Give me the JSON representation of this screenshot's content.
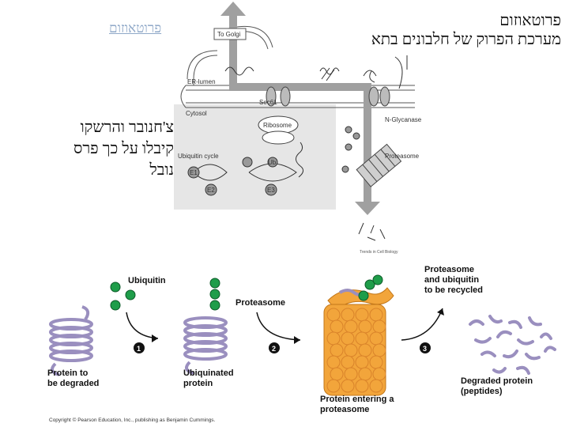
{
  "heading": {
    "line1": "פרוטאוזום",
    "line2": "מערכת הפרוק של חלבונים בתא"
  },
  "link_text": "פרוטאוזום",
  "side_text": {
    "line1": "צ'חנובר והרשקו",
    "line2": "קיבלו על כך פרס",
    "line3": "נובל"
  },
  "upper_diagram": {
    "labels": {
      "to_golgi": "To Golgi",
      "er_lumen": "ER-lumen",
      "sec61": "Sec61",
      "cytosol": "Cytosol",
      "ribosome": "Ribosome",
      "n_glycanase": "N-Glycanase",
      "proteasome": "Proteasome",
      "ubiquitin_cycle": "Ubiquitin cycle",
      "e1": "E1",
      "e2": "E2",
      "e3": "E3",
      "ub": "Ub",
      "credit": "Trends in Cell Biology"
    }
  },
  "lower_diagram": {
    "labels": {
      "ubiquitin": "Ubiquitin",
      "proteasome": "Proteasome",
      "recycled_line1": "Proteasome",
      "recycled_line2": "and ubiquitin",
      "recycled_line3": "to be recycled",
      "protein_line1": "Protein to",
      "protein_line2": "be degraded",
      "ubiq_line1": "Ubiquinated",
      "ubiq_line2": "protein",
      "entering_line1": "Protein entering a",
      "entering_line2": "proteasome",
      "degraded_line1": "Degraded protein",
      "degraded_line2": "(peptides)"
    },
    "steps": [
      "1",
      "2",
      "3"
    ]
  },
  "copyright": "Copyright © Pearson Education, Inc., publishing as Benjamin Cummings.",
  "colors": {
    "ubiquitin": "#1f9d4a",
    "proteasome": "#f2a53b",
    "proteasome_dark": "#d9832a",
    "coil": "#9a8fbf",
    "arrow_gray": "#a0a0a0",
    "panel_gray": "#e6e6e6",
    "link": "#8fa8c8"
  }
}
